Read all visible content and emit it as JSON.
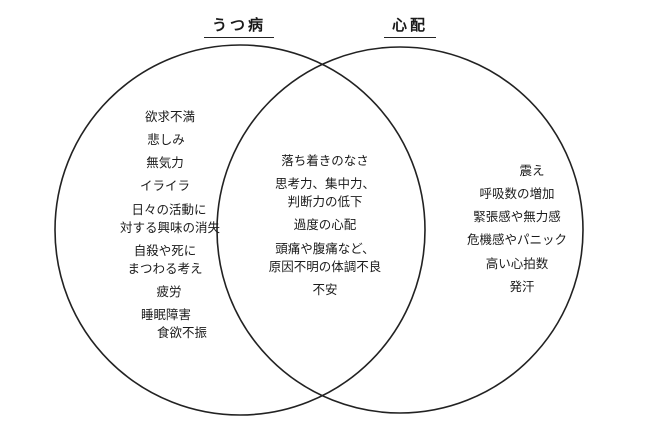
{
  "sets": {
    "left": {
      "label": "うつ病"
    },
    "right": {
      "label": "心配"
    }
  },
  "regions": {
    "left_only": [
      "欲求不満",
      "悲しみ",
      "無気力",
      "イライラ",
      "日々の活動に",
      "対する興味の消失",
      "自殺や死に",
      "まつわる考え",
      "疲労",
      "睡眠障害",
      "食欲不振"
    ],
    "intersection": [
      "落ち着きのなさ",
      "思考力、集中力、",
      "判断力の低下",
      "過度の心配",
      "頭痛や腹痛など、",
      "原因不明の体調不良",
      "不安"
    ],
    "right_only": [
      "震え",
      "呼吸数の増加",
      "緊張感や無力感",
      "危機感やパニック",
      "高い心拍数",
      "発汗"
    ]
  }
}
